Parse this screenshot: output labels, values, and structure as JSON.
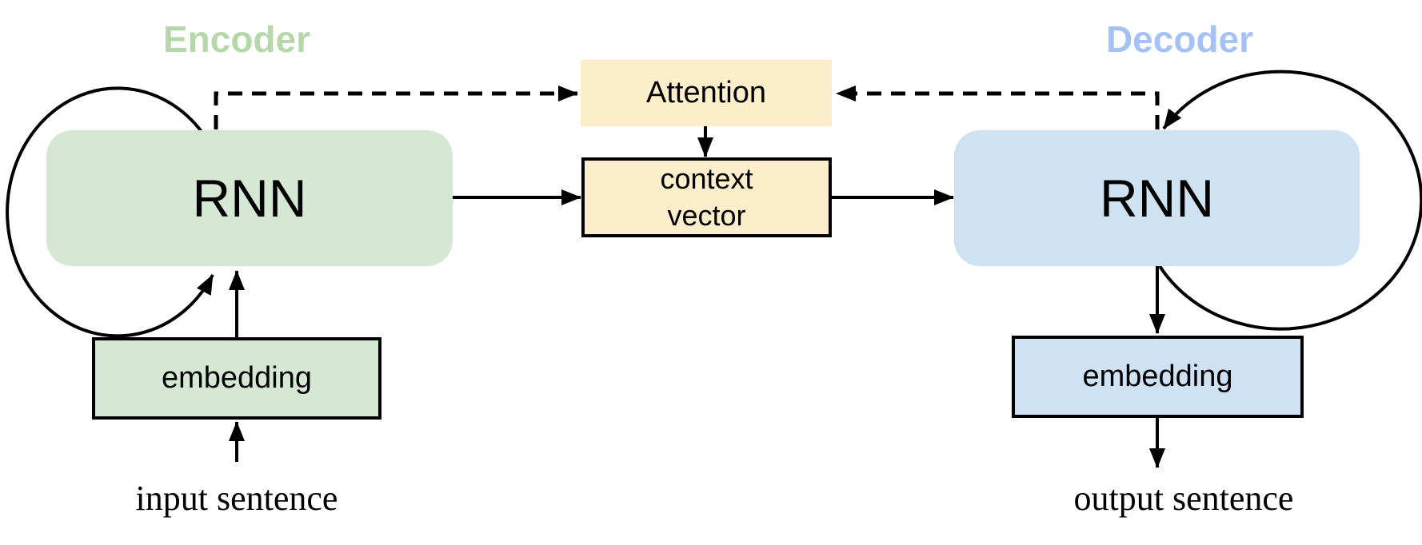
{
  "titles": {
    "encoder": "Encoder",
    "decoder": "Decoder"
  },
  "boxes": {
    "encoder_rnn": "RNN",
    "decoder_rnn": "RNN",
    "attention": "Attention",
    "context_vector_line1": "context",
    "context_vector_line2": "vector",
    "embedding_left": "embedding",
    "embedding_right": "embedding"
  },
  "labels": {
    "input": "input sentence",
    "output": "output sentence"
  },
  "colors": {
    "encoder-fill": "#d5e8d4",
    "decoder-fill": "#cfe2f3",
    "attention-fill": "#fdeecb",
    "encoder-accent": "#b6d7a8",
    "decoder-accent": "#a4c2f4",
    "line": "#000000"
  }
}
